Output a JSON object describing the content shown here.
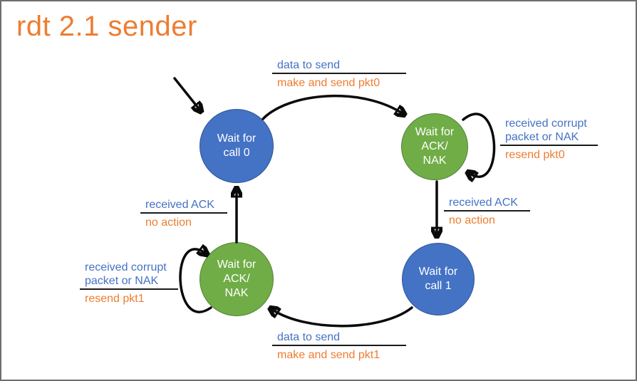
{
  "title": "rdt 2.1 sender",
  "colors": {
    "title": "#ED7D31",
    "event_text": "#4472C4",
    "action_text": "#ED7D31",
    "state_blue_fill": "#4472C4",
    "state_green_fill": "#70AD47",
    "state_text": "#FFFFFF",
    "arrow": "#0A0A0A",
    "underline": "#1A1A1A",
    "slide_border": "#6E6E6E"
  },
  "states": [
    {
      "id": "wait-call-0",
      "color": "blue",
      "lines": [
        "Wait for",
        "call 0"
      ]
    },
    {
      "id": "wait-ack-nak-0",
      "color": "green",
      "lines": [
        "Wait for",
        "ACK/",
        "NAK"
      ]
    },
    {
      "id": "wait-call-1",
      "color": "blue",
      "lines": [
        "Wait for",
        "call 1"
      ]
    },
    {
      "id": "wait-ack-nak-1",
      "color": "green",
      "lines": [
        "Wait for",
        "ACK/",
        "NAK"
      ]
    }
  ],
  "transitions": {
    "top": {
      "event": "data to send",
      "action": "make and send pkt0"
    },
    "right_loop": {
      "event1": "received corrupt",
      "event2": "packet or NAK",
      "action": "resend pkt0"
    },
    "right_down": {
      "event": "received ACK",
      "action": "no action"
    },
    "left_up": {
      "event": "received ACK",
      "action": "no action"
    },
    "left_loop": {
      "event1": "received corrupt",
      "event2": "packet or NAK",
      "action": "resend pkt1"
    },
    "bottom": {
      "event": "data to send",
      "action": "make and send pkt1"
    }
  }
}
